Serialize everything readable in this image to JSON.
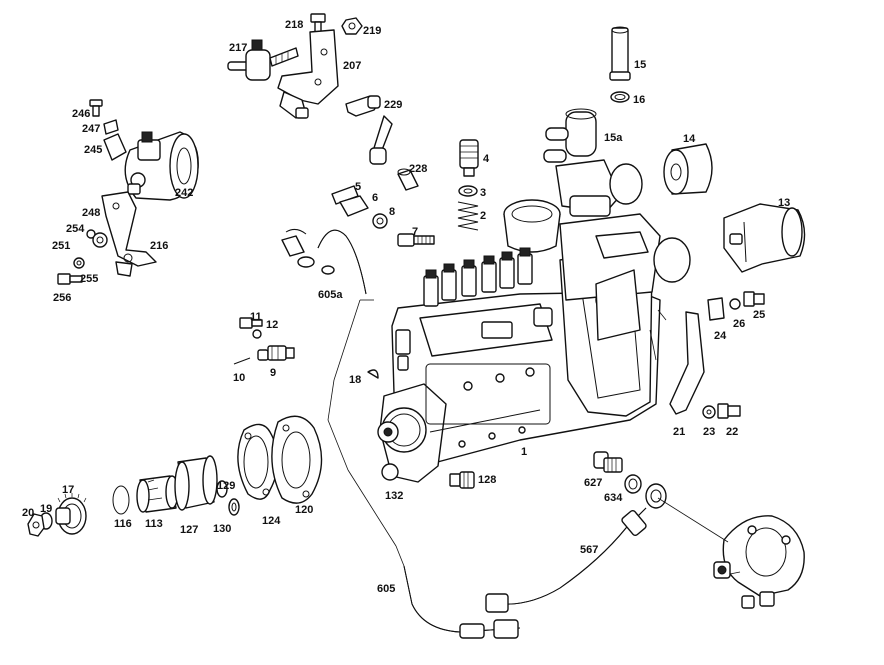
{
  "labels": {
    "l218": "218",
    "l219": "219",
    "l217": "217",
    "l207": "207",
    "l229": "229",
    "l246": "246",
    "l247": "247",
    "l245": "245",
    "l242": "242",
    "l248": "248",
    "l254": "254",
    "l251": "251",
    "l216": "216",
    "l255": "255",
    "l256": "256",
    "l15": "15",
    "l16": "16",
    "l15a": "15a",
    "l14": "14",
    "l13": "13",
    "l4": "4",
    "l3": "3",
    "l2": "2",
    "l228": "228",
    "l5": "5",
    "l6": "6",
    "l8": "8",
    "l7": "7",
    "l605a": "605a",
    "l11": "11",
    "l12": "12",
    "l10": "10",
    "l9": "9",
    "l18": "18",
    "l24": "24",
    "l26": "26",
    "l25": "25",
    "l21": "21",
    "l23": "23",
    "l22": "22",
    "l1": "1",
    "l132": "132",
    "l128": "128",
    "l627": "627",
    "l634": "634",
    "l17": "17",
    "l20": "20",
    "l19": "19",
    "l116": "116",
    "l113": "113",
    "l127": "127",
    "l129": "129",
    "l130": "130",
    "l124": "124",
    "l120": "120",
    "l567": "567",
    "l605": "605"
  }
}
